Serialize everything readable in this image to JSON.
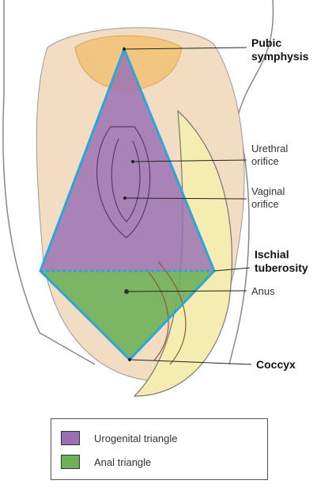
{
  "labels": {
    "pubic_symphysis": "Pubic\nsymphysis",
    "urethral_orifice": "Urethral\norifice",
    "vaginal_orifice": "Vaginal\norifice",
    "ischial_tuberosity": "Ischial\ntuberosity",
    "anus": "Anus",
    "coccyx": "Coccyx"
  },
  "legend": {
    "urogenital": "Urogenital triangle",
    "anal": "Anal triangle"
  },
  "colors": {
    "urogenital": "#9a6fb3",
    "anal": "#6fb05a",
    "outline": "#2aa7d8",
    "skin": "#f2ddc3",
    "hair": "#f3c47a"
  }
}
